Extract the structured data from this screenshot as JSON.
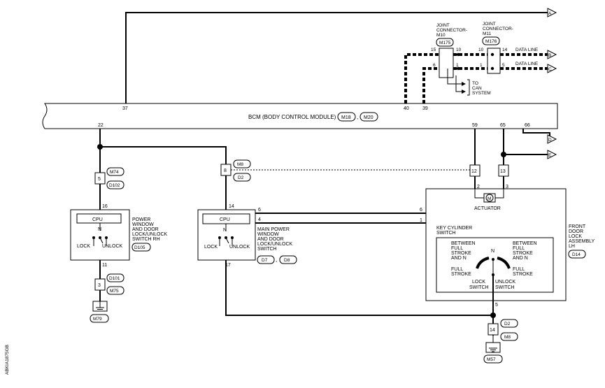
{
  "ecu": {
    "label": "BCM (BODY CONTROL MODULE)",
    "connectors": [
      "M18",
      "M20"
    ],
    "pins": {
      "p37": "37",
      "p40": "40",
      "p39": "39",
      "p22": "22",
      "p59": "59",
      "p65": "65",
      "p66": "66"
    }
  },
  "offsheet": {
    "A": "A",
    "B": "B",
    "C": "C",
    "D": "D",
    "E": "E"
  },
  "data_lines": {
    "line1": "DATA LINE",
    "line2": "DATA LINE"
  },
  "joints": {
    "m10": {
      "name_l1": "JOINT",
      "name_l2": "CONNECTOR-",
      "name_l3": "M10",
      "connector": "M175",
      "pins": [
        "15",
        "10",
        "6",
        "1"
      ]
    },
    "m11": {
      "name_l1": "JOINT",
      "name_l2": "CONNECTOR-",
      "name_l3": "M11",
      "connector": "M176",
      "pins": [
        "10",
        "14",
        "1",
        "5"
      ]
    }
  },
  "can_label": {
    "l1": "TO",
    "l2": "CAN",
    "l3": "SYSTEM"
  },
  "inline_connectors": {
    "c5": {
      "pin": "5",
      "refs": [
        "M74",
        "D102"
      ]
    },
    "c3": {
      "pin": "3",
      "refs": [
        "D101",
        "M75"
      ]
    },
    "c8": {
      "pin": "8",
      "refs": [
        "M8",
        "D2"
      ]
    },
    "c12": {
      "pin": "12"
    },
    "c13": {
      "pin": "13"
    },
    "c14": {
      "pin": "14",
      "refs": [
        "D2",
        "M8"
      ]
    }
  },
  "rh_switch": {
    "cpu": "CPU",
    "n": "N",
    "lock": "LOCK",
    "unlock": "UNLOCK",
    "pin_top": "16",
    "pin_bottom": "11",
    "label": [
      "POWER",
      "WINDOW",
      "AND DOOR",
      "LOCK/UNLOCK",
      "SWITCH RH"
    ],
    "connector": "D105"
  },
  "main_switch": {
    "cpu": "CPU",
    "n": "N",
    "lock": "LOCK",
    "unlock": "UNLOCK",
    "pin_top": "14",
    "pin_6": "6",
    "pin_4": "4",
    "pin_bottom": "17",
    "label": [
      "MAIN POWER",
      "WINDOW",
      "AND DOOR",
      "LOCK/UNLOCK",
      "SWITCH"
    ],
    "connectors": [
      "D7",
      "D8"
    ]
  },
  "door_lock": {
    "label": [
      "FRONT",
      "DOOR",
      "LOCK",
      "ASSEMBLY",
      "LH"
    ],
    "connector": "D14",
    "actuator": "ACTUATOR",
    "motor": "M",
    "pins": {
      "p2": "2",
      "p3": "3",
      "p6": "6",
      "p1": "1",
      "p5": "5"
    },
    "key_cylinder": [
      "KEY CYLINDER",
      "SWITCH"
    ],
    "between_left": [
      "BETWEEN",
      "FULL",
      "STROKE",
      "AND N"
    ],
    "between_right": [
      "BETWEEN",
      "FULL",
      "STROKE",
      "AND N"
    ],
    "full_left": [
      "FULL",
      "STROKE"
    ],
    "full_right": [
      "FULL",
      "STROKE"
    ],
    "n": "N",
    "lock_switch": [
      "LOCK",
      "SWITCH"
    ],
    "unlock_switch": [
      "UNLOCK",
      "SWITCH"
    ]
  },
  "grounds": {
    "g1": "M79",
    "g2": "M57"
  },
  "diagram_code": "ABKIA1875GB"
}
